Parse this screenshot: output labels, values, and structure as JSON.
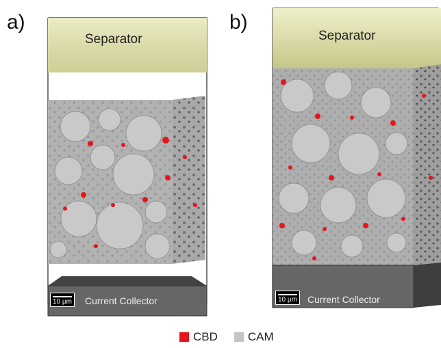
{
  "panels": [
    {
      "label": "a)",
      "separator": "Separator",
      "collector": "Current Collector",
      "scale": "10 µm"
    },
    {
      "label": "b)",
      "separator": "Separator",
      "collector": "Current Collector",
      "scale": "10 µm"
    }
  ],
  "legend": [
    {
      "name": "CBD",
      "color": "#e8141b"
    },
    {
      "name": "CAM",
      "color": "#c4c4c4"
    }
  ]
}
